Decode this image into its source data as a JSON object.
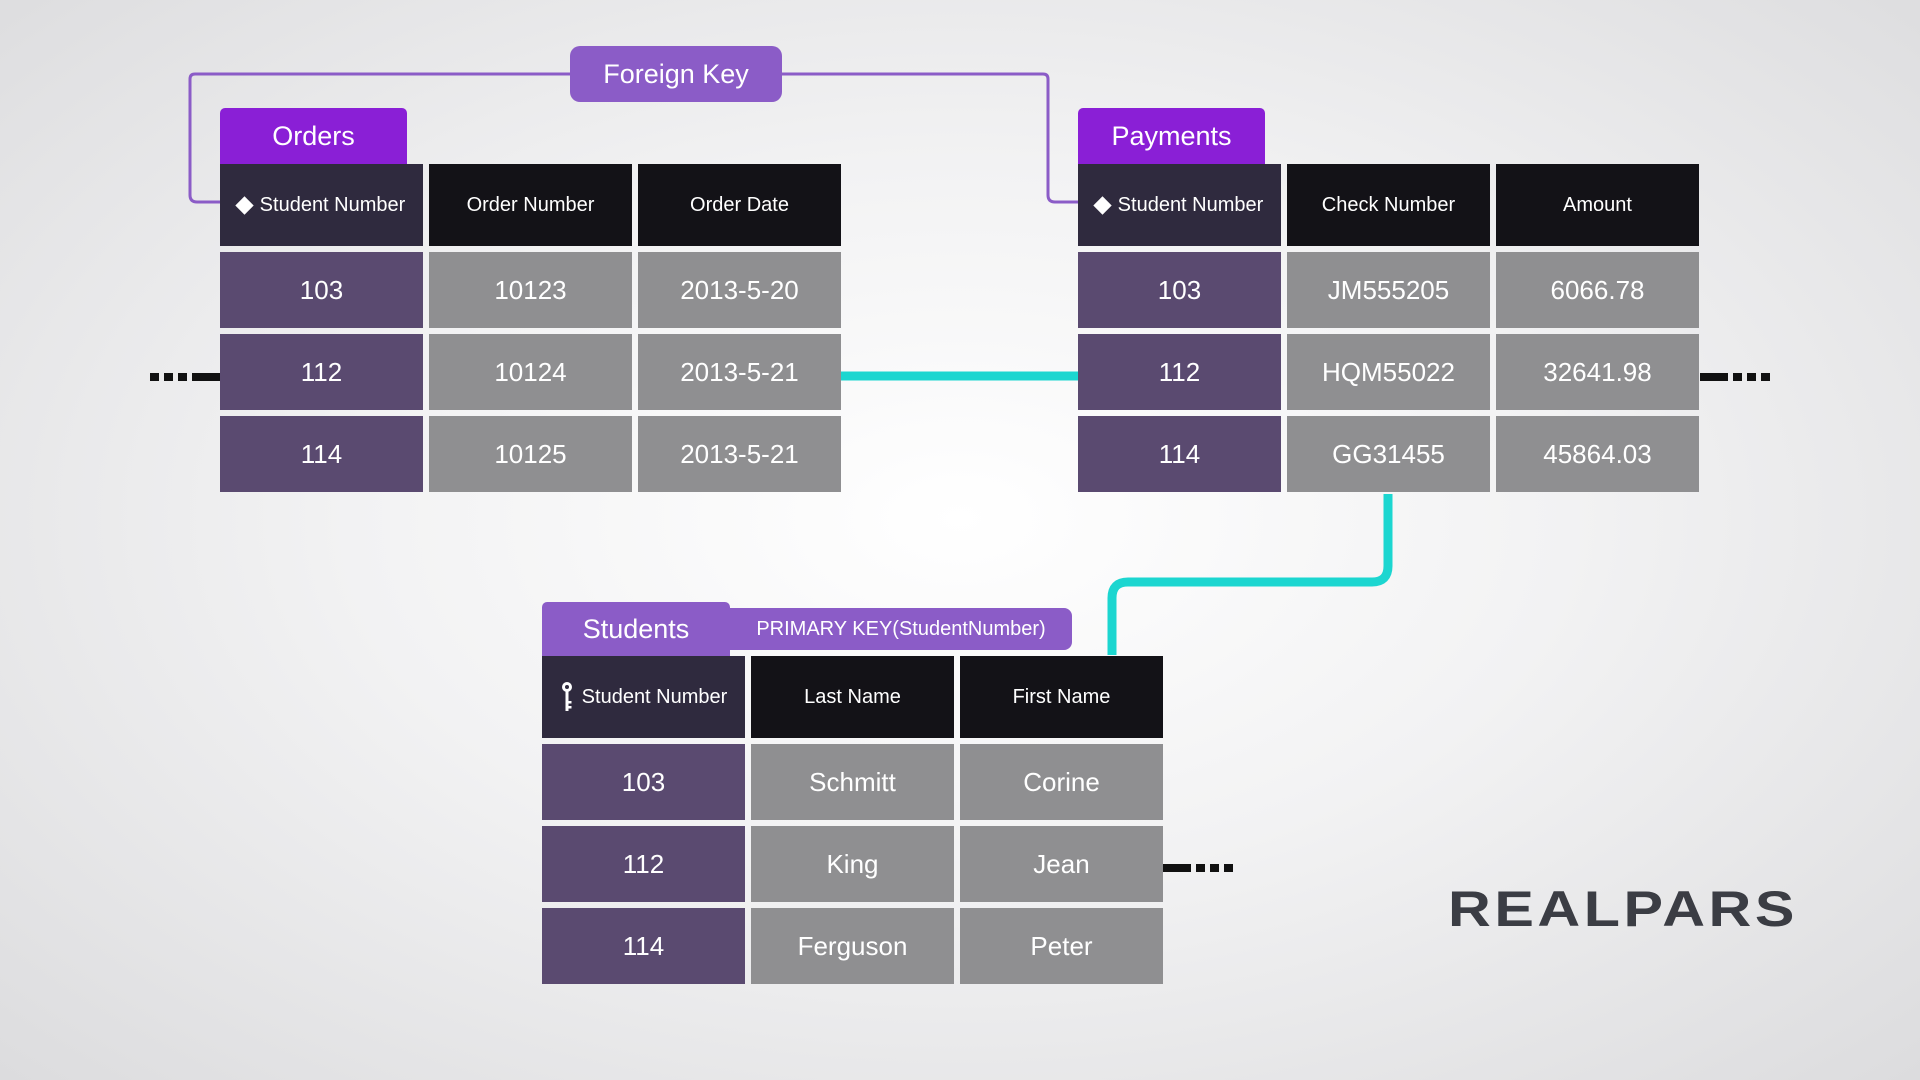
{
  "foreign_key_label": "Foreign Key",
  "orders": {
    "title": "Orders",
    "headers": [
      "Student Number",
      "Order Number",
      "Order Date"
    ],
    "rows": [
      [
        "103",
        "10123",
        "2013-5-20"
      ],
      [
        "112",
        "10124",
        "2013-5-21"
      ],
      [
        "114",
        "10125",
        "2013-5-21"
      ]
    ]
  },
  "payments": {
    "title": "Payments",
    "headers": [
      "Student Number",
      "Check Number",
      "Amount"
    ],
    "rows": [
      [
        "103",
        "JM555205",
        "6066.78"
      ],
      [
        "112",
        "HQM55022",
        "32641.98"
      ],
      [
        "114",
        "GG31455",
        "45864.03"
      ]
    ]
  },
  "students": {
    "title": "Students",
    "primary_key_label": "PRIMARY KEY(StudentNumber)",
    "headers": [
      "Student Number",
      "Last Name",
      "First Name"
    ],
    "rows": [
      [
        "103",
        "Schmitt",
        "Corine"
      ],
      [
        "112",
        "King",
        "Jean"
      ],
      [
        "114",
        "Ferguson",
        "Peter"
      ]
    ]
  },
  "logo": "REALPARS",
  "colors": {
    "tab_purple": "#8a1fd6",
    "label_purple": "#8b5cc7",
    "header_black": "#131217",
    "key_column": "#5a4a70",
    "cell_gray": "#8f8f91",
    "connector_cyan": "#1cd6d0",
    "connector_purple": "#8b5cc7"
  }
}
